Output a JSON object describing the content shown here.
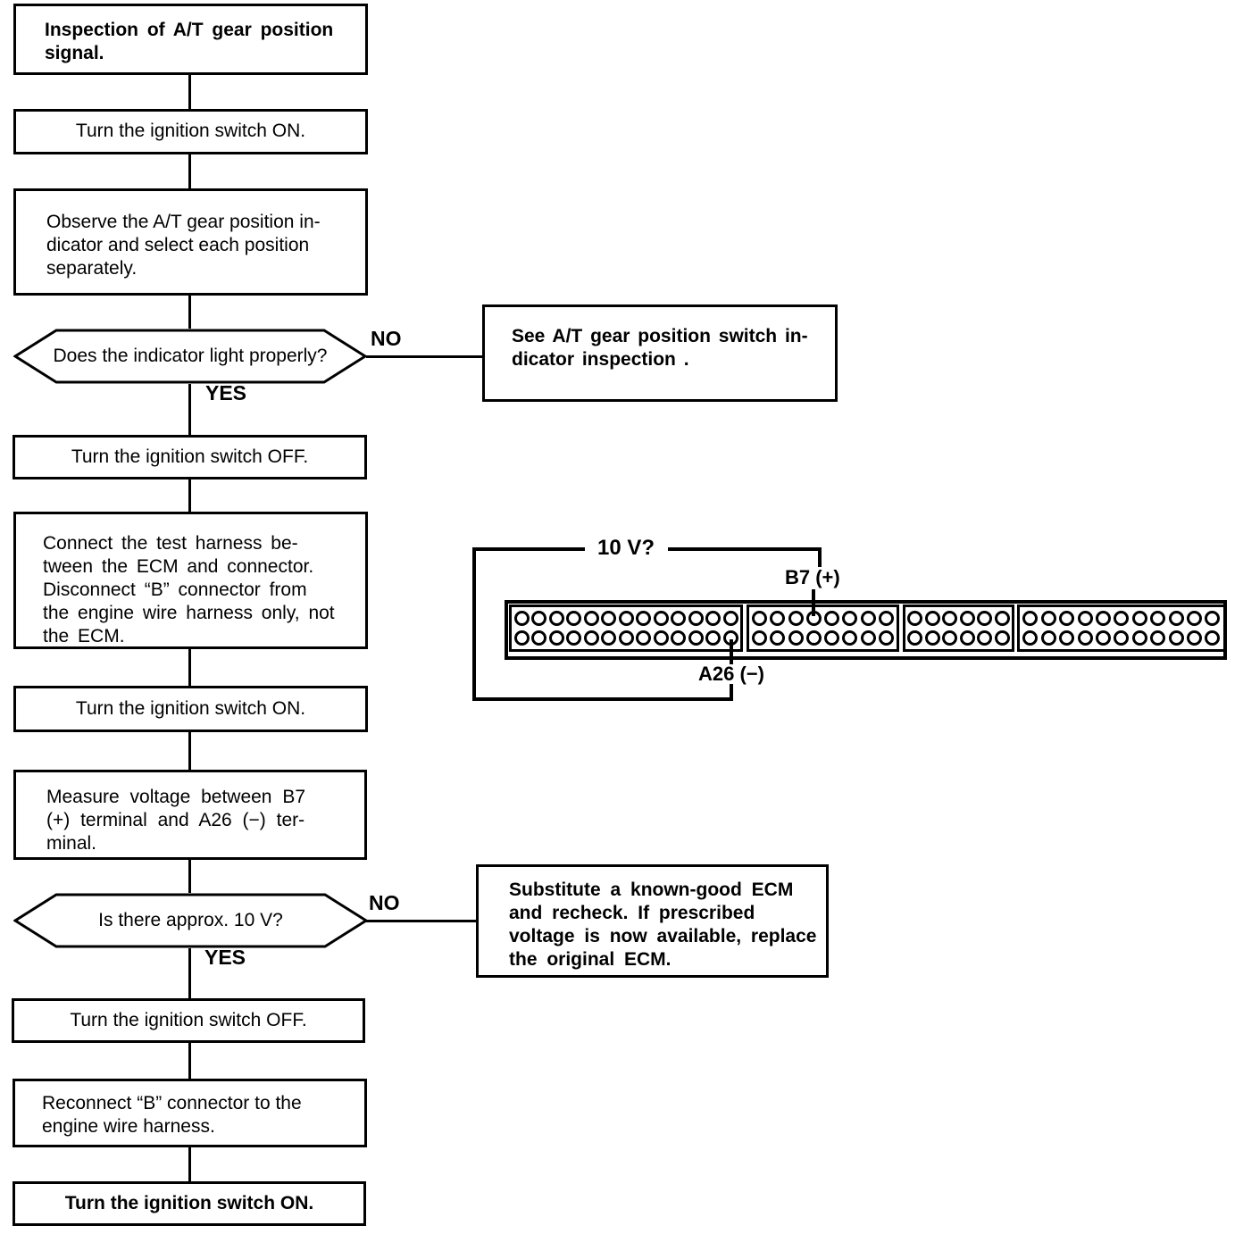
{
  "flowchart": {
    "nodes": {
      "title": {
        "text": "Inspection of A/T gear position\nsignal."
      },
      "ignition_on_1": {
        "text": "Turn the ignition switch ON."
      },
      "observe": {
        "text": "Observe the A/T gear position in-\ndicator and select each position\nseparately."
      },
      "decision_indicator": {
        "text": "Does the indicator light properly?"
      },
      "see_inspection": {
        "text": "See A/T gear position switch in-\ndicator  inspection ."
      },
      "ignition_off_1": {
        "text": "Turn the ignition switch OFF."
      },
      "connect_harness": {
        "text": "Connect the test harness be-\ntween the ECM and connector.\nDisconnect “B” connector from\nthe engine wire harness only, not\nthe ECM."
      },
      "ignition_on_2": {
        "text": "Turn the ignition switch ON."
      },
      "measure_voltage": {
        "text": "Measure voltage between B7\n(+) terminal and A26 (−) ter-\nminal."
      },
      "decision_voltage": {
        "text": "Is there approx. 10 V?"
      },
      "substitute_ecm": {
        "text": "Substitute a known-good ECM\nand recheck. If prescribed\nvoltage is now available, replace\nthe original ECM."
      },
      "ignition_off_2": {
        "text": "Turn the ignition switch OFF."
      },
      "reconnect": {
        "text": "Reconnect “B” connector to the\nengine wire harness."
      },
      "ignition_on_3": {
        "text": "Turn the ignition switch ON."
      }
    },
    "labels": {
      "no_1": "NO",
      "yes_1": "YES",
      "no_2": "NO",
      "yes_2": "YES"
    },
    "connector": {
      "voltage_query": "10 V?",
      "positive_terminal": "B7 (+)",
      "negative_terminal": "A26 (−)",
      "rows_per_block": 2,
      "blocks": [
        {
          "name": "connector-block-a",
          "rows": 2,
          "cols": 13
        },
        {
          "name": "connector-block-b",
          "rows": 2,
          "cols": 8
        },
        {
          "name": "connector-block-c",
          "rows": 2,
          "cols": 6
        },
        {
          "name": "connector-block-d",
          "rows": 2,
          "cols": 11
        }
      ]
    }
  }
}
